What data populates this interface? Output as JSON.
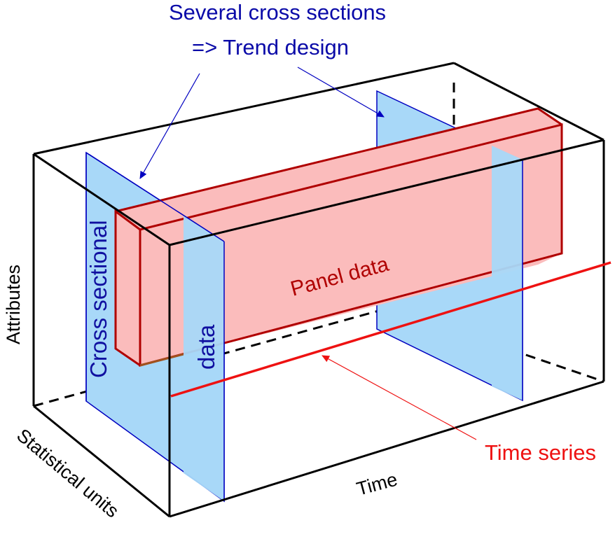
{
  "annotation": {
    "line1": "Several cross sections",
    "line2": "=> Trend design"
  },
  "labels": {
    "cross_sectional": "Cross sectional",
    "cross_sectional_data": "data",
    "panel_data": "Panel data",
    "time_series": "Time series"
  },
  "axes": {
    "attributes": "Attributes",
    "statistical_units": "Statistical units",
    "time": "Time"
  },
  "colors": {
    "plane_fill": "#a8d8f8",
    "plane_edge": "#0000c0",
    "panel_fill": "#fbbcbc",
    "panel_edge": "#b00000",
    "time_series": "#ee1111",
    "annotation_text": "#0a0aa8",
    "box_edge": "#000000"
  }
}
